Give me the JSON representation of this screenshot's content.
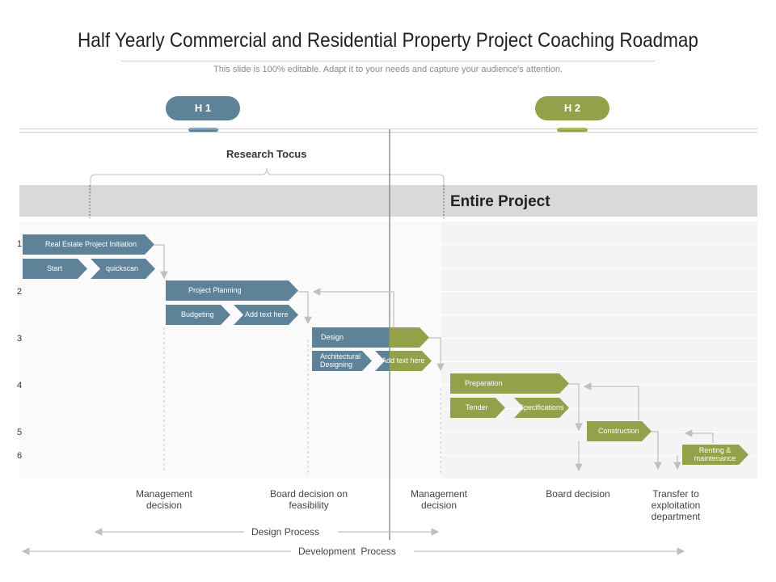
{
  "title": "Half Yearly Commercial and Residential Property Project Coaching Roadmap",
  "subtitle": "This slide is 100% editable. Adapt it to your needs and capture your audience's attention.",
  "colors": {
    "blue": "#5e8399",
    "green": "#94a04a",
    "band": "#d9d9d9",
    "grid": "#f4f4f4"
  },
  "halves": [
    {
      "label": "H 1"
    },
    {
      "label": "H 2"
    }
  ],
  "research_label": "Research Tocus",
  "band_label": "Entire Project",
  "rows": [
    "1",
    "2",
    "3",
    "4",
    "5",
    "6"
  ],
  "tasks": {
    "real_estate_initiation": "Real Estate Project Initiation",
    "start": "Start",
    "quickscan": "quickscan",
    "project_planning": "Project Planning",
    "budgeting": "Budgeting",
    "add_text_1": "Add text here",
    "design": "Design",
    "architectural_designing": "Architectural Designing",
    "add_text_2": "Add text here",
    "preparation": "Preparation",
    "tender": "Tender",
    "specifications": "Specifications",
    "construction": "Construction",
    "renting_maintenance": "Renting & maintenance"
  },
  "milestones": [
    "Management decision",
    "Board decision on feasibility",
    "Management decision",
    "Board decision",
    "Transfer to exploitation department"
  ],
  "processes": {
    "design": "Design Process",
    "development": "Development  Process"
  }
}
